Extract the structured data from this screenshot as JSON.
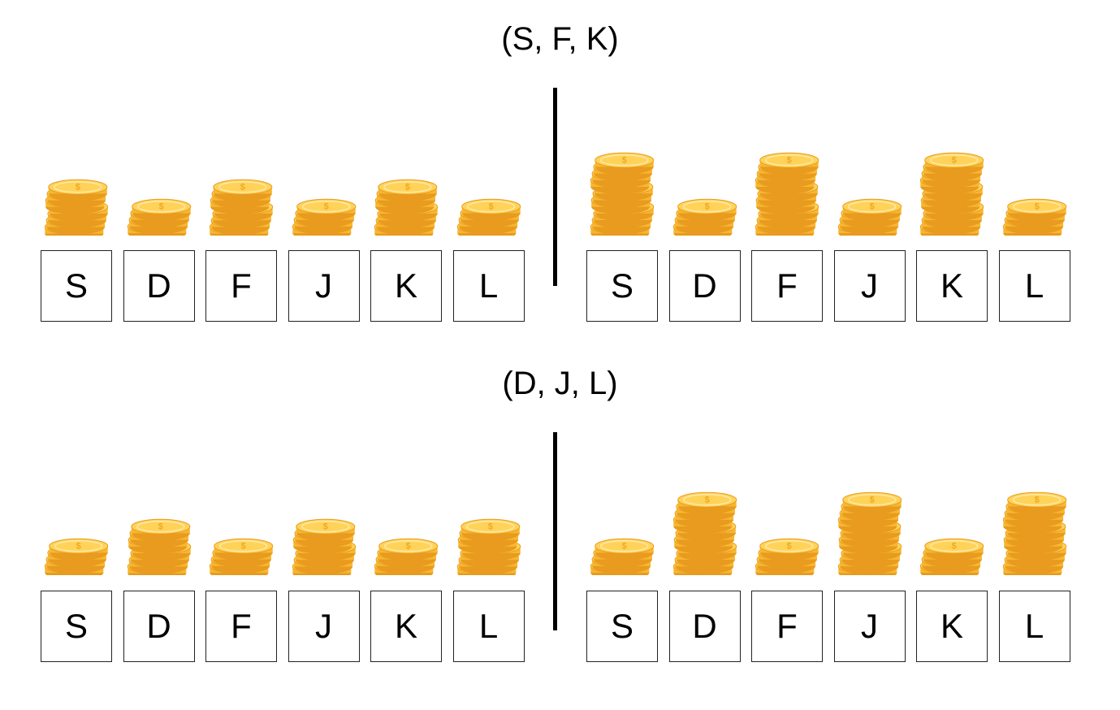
{
  "colors": {
    "coin_top": "#FFD35A",
    "coin_side": "#F7B731",
    "coin_edge": "#E89B1E",
    "coin_rim": "#FFE9A8",
    "symbol": "#F2A81D"
  },
  "icon": "coin-stack-icon",
  "trials": [
    {
      "title": "(S, F, K)",
      "before": {
        "keys": [
          "S",
          "D",
          "F",
          "J",
          "K",
          "L"
        ],
        "coin_counts": [
          7,
          4,
          7,
          4,
          7,
          4
        ]
      },
      "after": {
        "keys": [
          "S",
          "D",
          "F",
          "J",
          "K",
          "L"
        ],
        "coin_counts": [
          11,
          4,
          11,
          4,
          11,
          4
        ]
      }
    },
    {
      "title": "(D, J, L)",
      "before": {
        "keys": [
          "S",
          "D",
          "F",
          "J",
          "K",
          "L"
        ],
        "coin_counts": [
          4,
          7,
          4,
          7,
          4,
          7
        ]
      },
      "after": {
        "keys": [
          "S",
          "D",
          "F",
          "J",
          "K",
          "L"
        ],
        "coin_counts": [
          4,
          11,
          4,
          11,
          4,
          11
        ]
      }
    }
  ]
}
